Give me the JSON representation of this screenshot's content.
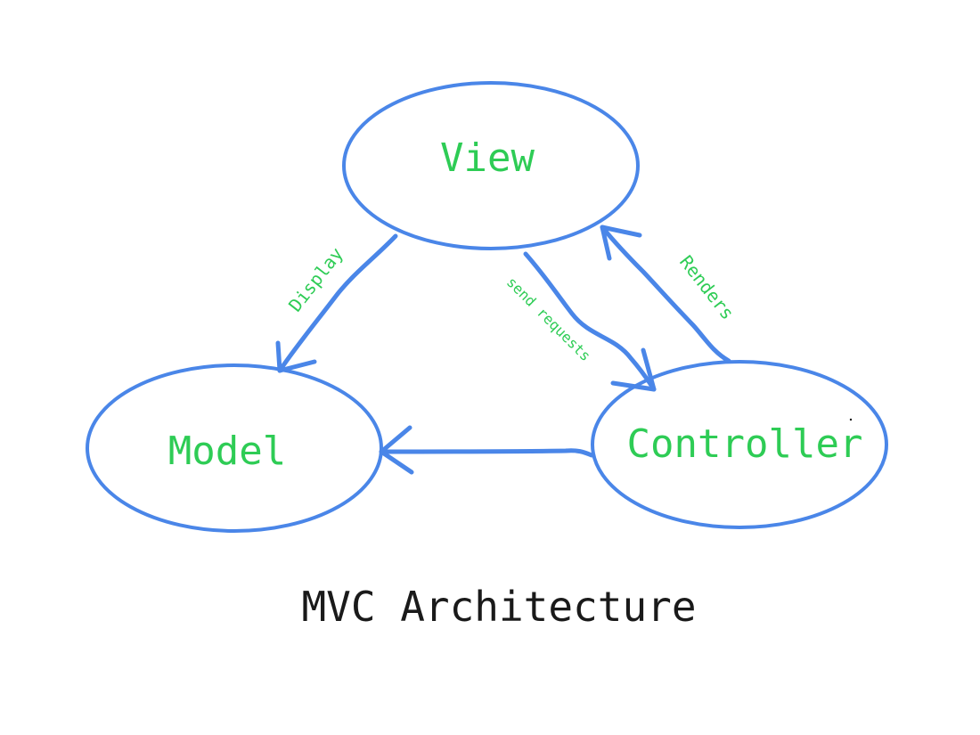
{
  "colors": {
    "stroke": "#4a86e8",
    "node_text": "#2ecc55",
    "caption_text": "#1a1a1a",
    "background": "#ffffff"
  },
  "nodes": {
    "view": {
      "label": "View"
    },
    "model": {
      "label": "Model"
    },
    "controller": {
      "label": "Controller"
    }
  },
  "edges": {
    "view_to_model": {
      "label": "Display"
    },
    "view_to_controller": {
      "label": "send requests"
    },
    "controller_to_view": {
      "label": "Renders"
    },
    "controller_to_model": {
      "label": ""
    }
  },
  "caption": "MVC Architecture"
}
